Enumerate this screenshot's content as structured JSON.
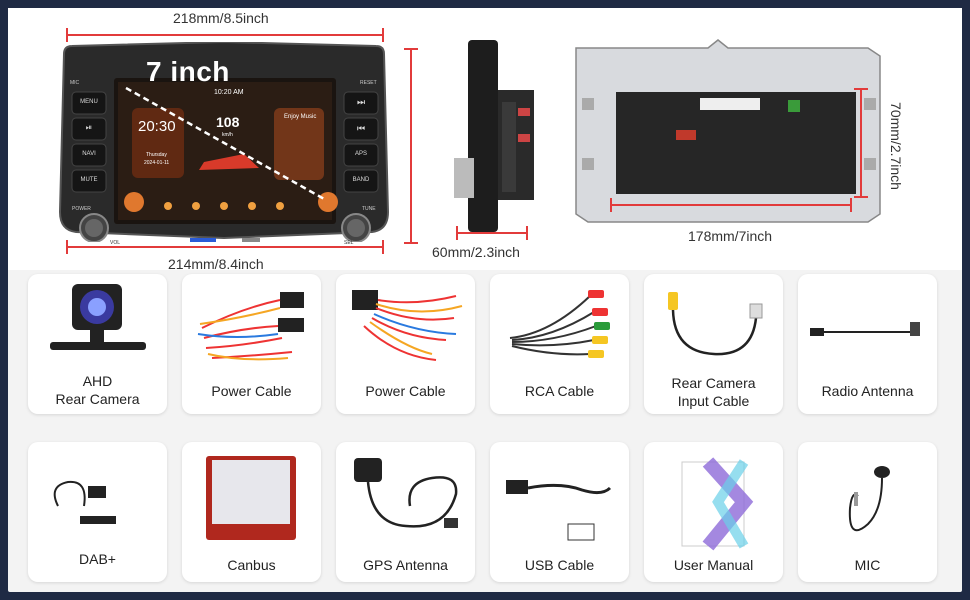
{
  "dimensions": {
    "top_width": "218mm/8.5inch",
    "bottom_width": "214mm/8.4inch",
    "side_depth": "60mm/2.3inch",
    "frame_width": "178mm/7inch",
    "frame_height": "70mm/2.7inch"
  },
  "stereo": {
    "size_label": "7 inch",
    "buttons_left": [
      "MENU",
      "⏯",
      "NAVI",
      "MUTE"
    ],
    "buttons_right": [
      "⏭",
      "⏮",
      "APS",
      "BAND"
    ],
    "top_left_label": "MIC",
    "top_right_label": "RESET",
    "power_label": "POWER",
    "tune_label": "TUNE",
    "vol_label": "VOL",
    "sel_label": "SEL",
    "screen": {
      "status_time": "10:20 AM",
      "clock": "20:30",
      "day": "Thursday",
      "date": "2024-01-11",
      "speed": "108",
      "speed_unit": "km/h",
      "music_title": "Enjoy Music"
    }
  },
  "accessories": [
    {
      "id": "ahd-rear-camera",
      "label": "AHD\nRear Camera"
    },
    {
      "id": "power-cable-1",
      "label": "Power Cable"
    },
    {
      "id": "power-cable-2",
      "label": "Power Cable"
    },
    {
      "id": "rca-cable",
      "label": "RCA Cable"
    },
    {
      "id": "rear-camera-input-cable",
      "label": "Rear Camera\nInput Cable"
    },
    {
      "id": "radio-antenna",
      "label": "Radio Antenna"
    },
    {
      "id": "dab",
      "label": "DAB+"
    },
    {
      "id": "canbus",
      "label": "Canbus"
    },
    {
      "id": "gps-antenna",
      "label": "GPS Antenna"
    },
    {
      "id": "usb-cable",
      "label": "USB Cable"
    },
    {
      "id": "user-manual",
      "label": "User Manual"
    },
    {
      "id": "mic",
      "label": "MIC"
    }
  ],
  "colors": {
    "background": "#1f2a44",
    "accent_red": "#e23b3b",
    "screen_orange": "#e0782e"
  }
}
